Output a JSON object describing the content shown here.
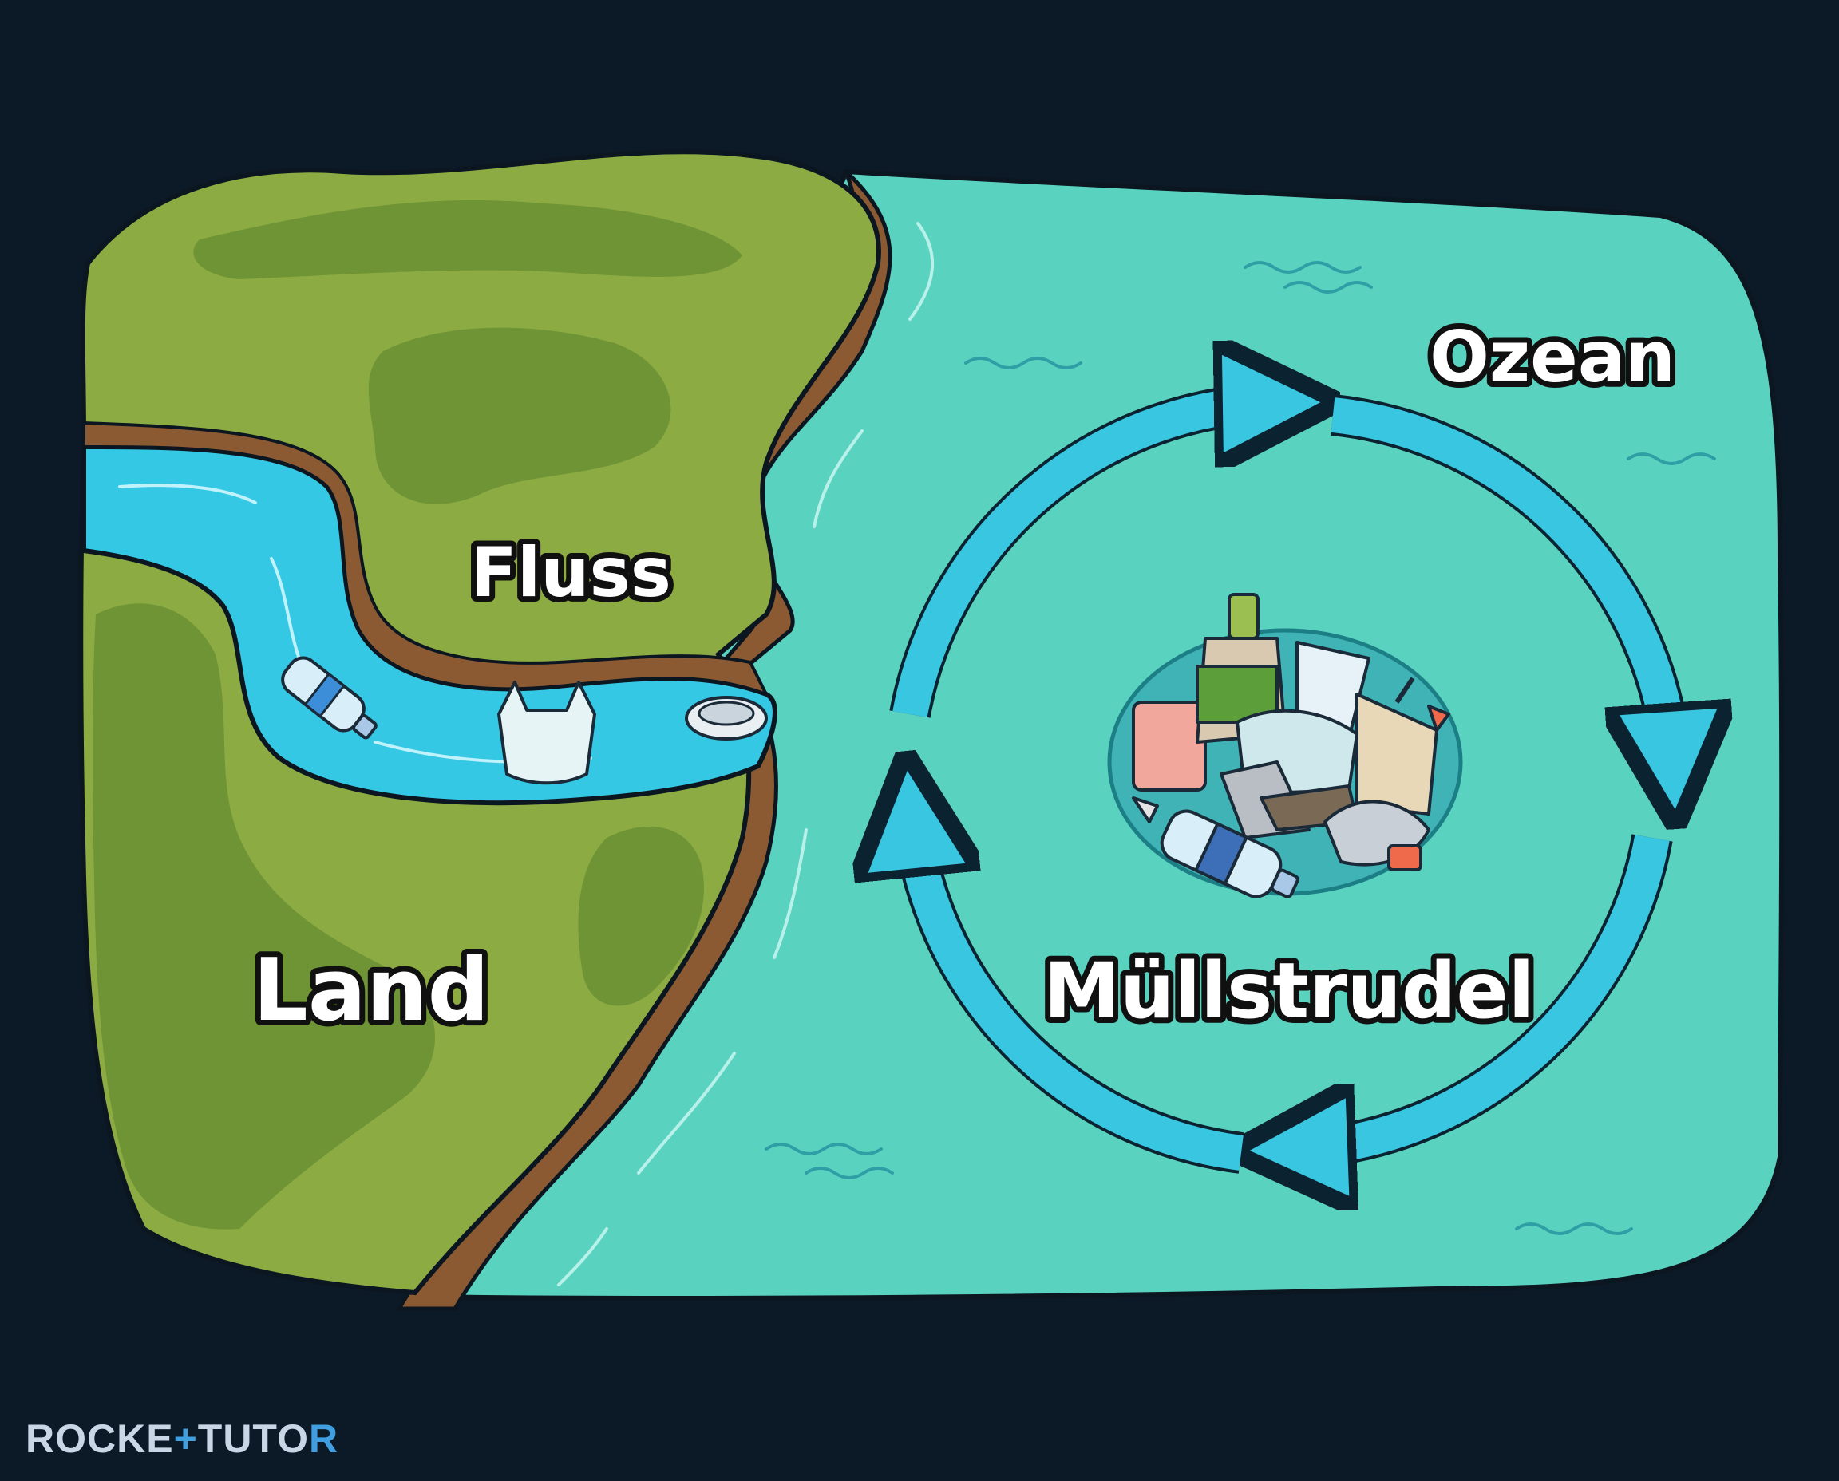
{
  "labels": {
    "land": "Land",
    "river": "Fluss",
    "ocean": "Ozean",
    "gyre": "Müllstrudel"
  },
  "brand": {
    "part1": "ROCKE",
    "part2": "TUTO",
    "part3": "R"
  },
  "colors": {
    "background": "#0c1a28",
    "land_light": "#8dab43",
    "land_dark": "#6f9435",
    "cliff": "#8b5a32",
    "river": "#35c8e4",
    "ocean": "#5ad2c0",
    "gyre_arrow": "#39c6e1",
    "brand": "#c9d6e6",
    "brand_accent": "#3f9fe0"
  },
  "icons": [
    "plastic-bottle-icon",
    "plastic-bag-icon",
    "bottle-cap-icon",
    "trash-pile-icon"
  ]
}
